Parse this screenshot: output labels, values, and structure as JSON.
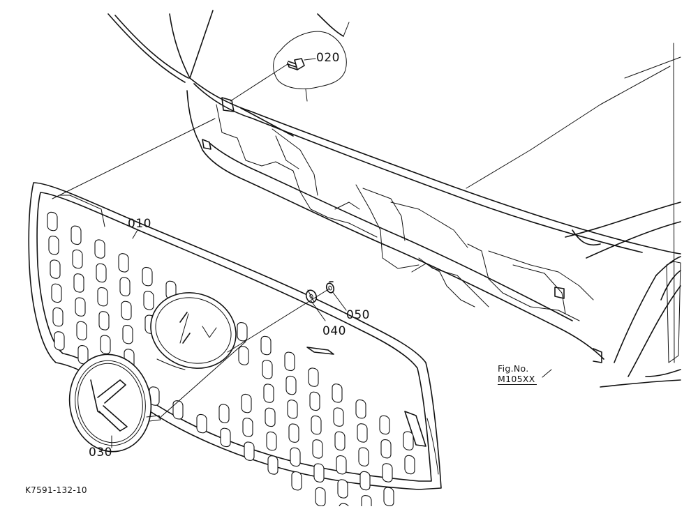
{
  "drawing_code": "K7591-132-10",
  "callouts": {
    "p010": "010",
    "p020": "020",
    "p030": "030",
    "p040": "040",
    "p050": "050"
  },
  "figure_ref": {
    "line1": "Fig.No.",
    "line2": "M105XX"
  }
}
